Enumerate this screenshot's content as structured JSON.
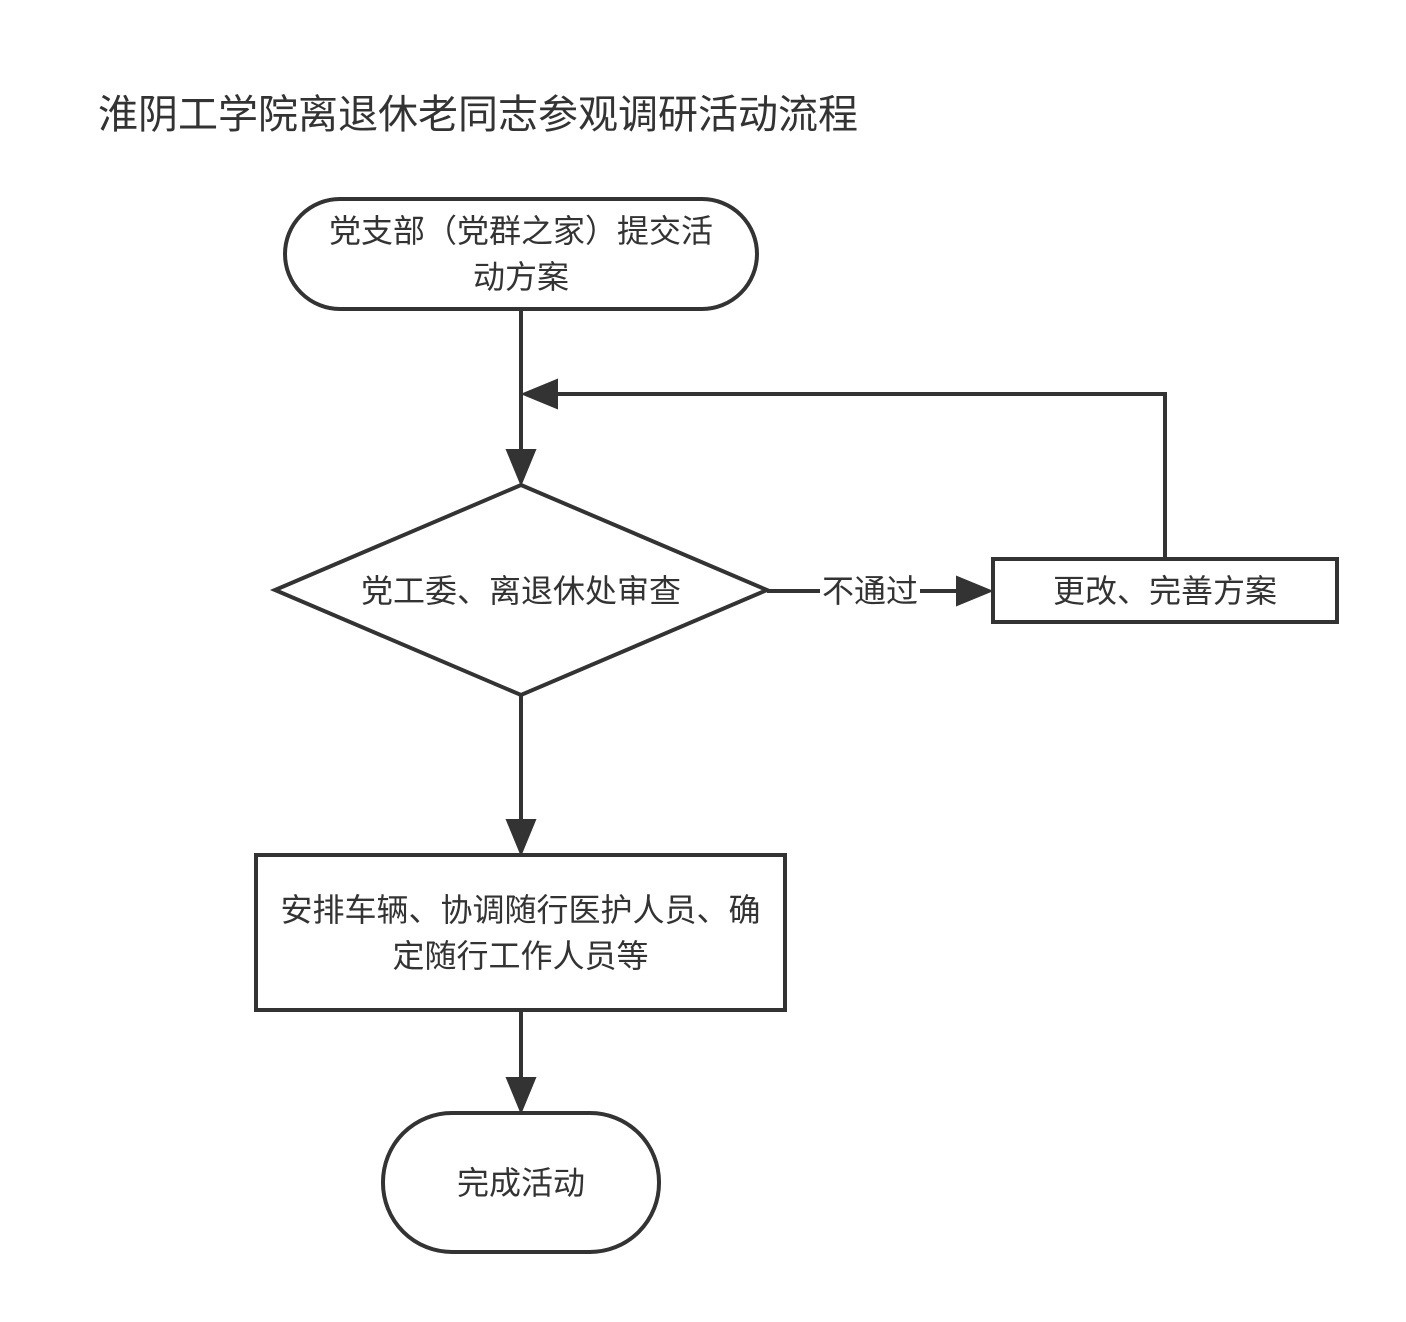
{
  "title": "淮阴工学院离退休老同志参观调研活动流程",
  "colors": {
    "stroke": "#333333",
    "text": "#333333",
    "background": "#ffffff"
  },
  "nodes": {
    "start": {
      "shape": "terminator",
      "label": "党支部（党群之家）提交活动方案"
    },
    "review": {
      "shape": "decision",
      "label": "党工委、离退休处审查"
    },
    "revise": {
      "shape": "process",
      "label": "更改、完善方案"
    },
    "arrange": {
      "shape": "process",
      "label": "安排车辆、协调随行医护人员、确定随行工作人员等"
    },
    "end": {
      "shape": "terminator",
      "label": "完成活动"
    }
  },
  "edges": [
    {
      "from": "start",
      "to": "review",
      "label": ""
    },
    {
      "from": "review",
      "to": "revise",
      "label": "不通过"
    },
    {
      "from": "revise",
      "to": "review",
      "label": ""
    },
    {
      "from": "review",
      "to": "arrange",
      "label": ""
    },
    {
      "from": "arrange",
      "to": "end",
      "label": ""
    }
  ]
}
